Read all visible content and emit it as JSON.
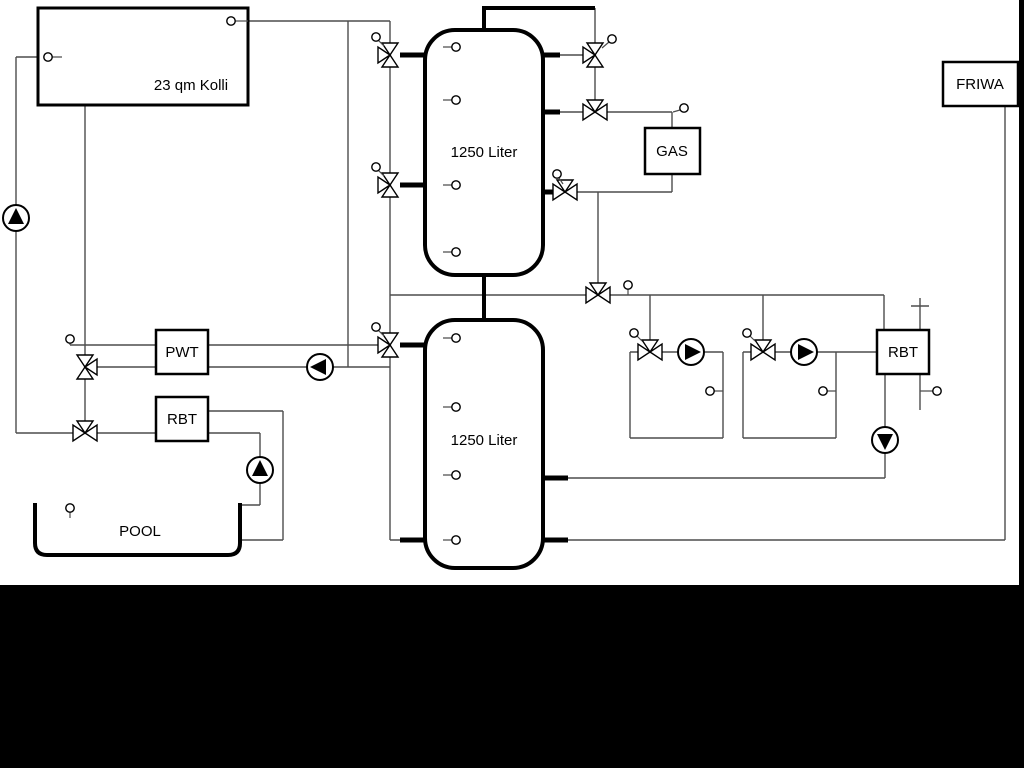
{
  "diagram": {
    "collector_label": "23 qm Kolli",
    "upper_tank_label": "1250 Liter",
    "lower_tank_label": "1250 Liter",
    "gas_label": "GAS",
    "friwa_label": "FRIWA",
    "pwt_label": "PWT",
    "rbt_left_label": "RBT",
    "rbt_right_label": "RBT",
    "pool_label": "POOL",
    "colors": {
      "pipe": "#4d4d4d",
      "outline": "#000000",
      "background": "#ffffff"
    }
  }
}
